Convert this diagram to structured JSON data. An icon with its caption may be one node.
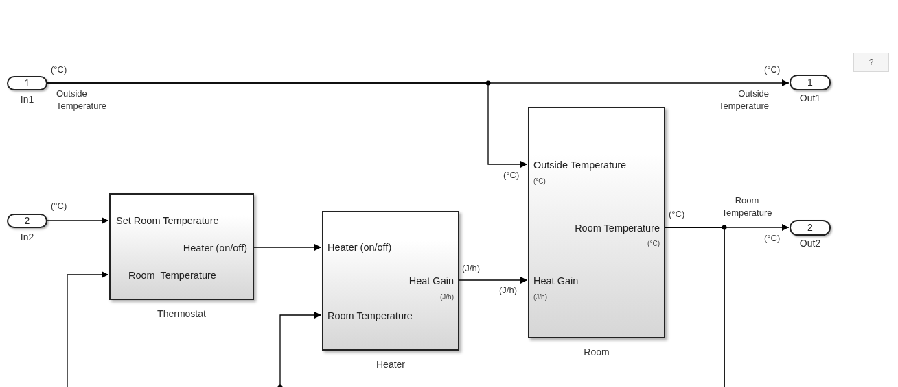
{
  "diagram": {
    "nodes": [
      {
        "text": [
          "1"
        ],
        "beside": [
          "In1"
        ]
      },
      {
        "text": [
          "2"
        ],
        "beside": [
          "In2"
        ]
      },
      {
        "text": [
          "Set Room Temperature",
          "Heater (on/off)",
          "Room  Temperature"
        ],
        "beside": [
          "Thermostat"
        ]
      },
      {
        "text": [
          "Heater (on/off)",
          "Heat Gain",
          "(J/h)",
          "Room Temperature"
        ],
        "beside": [
          "Heater"
        ]
      },
      {
        "text": [
          "Outside Temperature",
          "(°C)",
          "Room Temperature",
          "(°C)",
          "Heat Gain",
          "(J/h)"
        ],
        "beside": [
          "Room"
        ]
      },
      {
        "text": [
          "1"
        ],
        "beside": [
          "Out1"
        ]
      },
      {
        "text": [
          "2"
        ],
        "beside": [
          "Out2"
        ]
      }
    ],
    "edges": [
      {
        "from": 0,
        "to": 5,
        "arrow": "to",
        "label": "Outside Temperature"
      },
      {
        "from": 0,
        "to": 4,
        "arrow": "to"
      },
      {
        "from": 1,
        "to": 2,
        "arrow": "to"
      },
      {
        "from": 2,
        "to": 3,
        "arrow": "to"
      },
      {
        "from": 3,
        "to": 4,
        "arrow": "to"
      },
      {
        "from": 4,
        "to": 6,
        "arrow": "to",
        "label": "Room Temperature"
      },
      {
        "from": 4,
        "to": 2,
        "arrow": "to"
      },
      {
        "from": 4,
        "to": 3,
        "arrow": "to"
      }
    ],
    "labels": [
      "?",
      "(°C)",
      "(°C)",
      "Outside Temperature",
      "(°C)",
      "(°C)",
      "(J/h)",
      "(J/h)",
      "(°C)",
      "(°C)"
    ]
  }
}
